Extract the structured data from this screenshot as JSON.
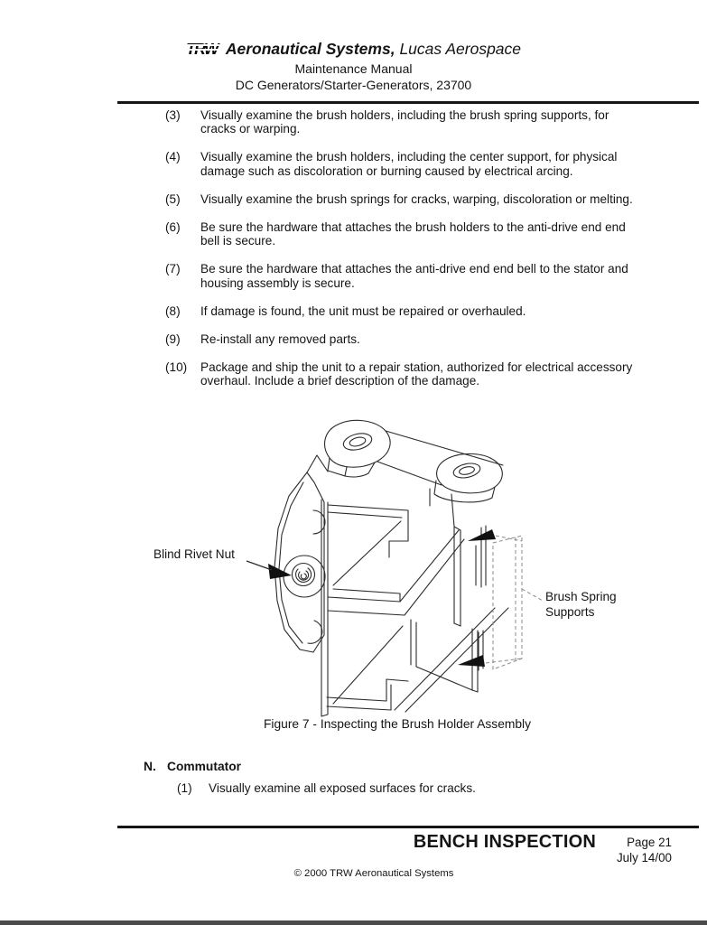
{
  "page": {
    "header": {
      "logo": "TRW",
      "brand_bold": "Aeronautical Systems,",
      "brand_italic": "Lucas Aerospace",
      "manual": "Maintenance Manual",
      "subject": "DC Generators/Starter-Generators, 23700"
    },
    "procedure_items": [
      {
        "num": "(3)",
        "text": "Visually examine the brush holders, including the brush spring supports, for\ncracks or warping."
      },
      {
        "num": "(4)",
        "text": "Visually examine the brush holders, including the center support, for physical\ndamage such as discoloration or burning caused by electrical arcing."
      },
      {
        "num": "(5)",
        "text": "Visually examine the brush springs for cracks, warping, discoloration or melting."
      },
      {
        "num": "(6)",
        "text": "Be sure the hardware that attaches the brush holders to the anti-drive end end\nbell is secure."
      },
      {
        "num": "(7)",
        "text": "Be sure the hardware that attaches the anti-drive end end bell to the stator and\nhousing assembly is secure."
      },
      {
        "num": "(8)",
        "text": "If damage is found, the unit must be repaired or overhauled."
      },
      {
        "num": "(9)",
        "text": "Re-install any removed parts."
      },
      {
        "num": "(10)",
        "text": "Package and ship the unit to a repair station, authorized for electrical accessory\noverhaul. Include a brief description of the damage."
      }
    ],
    "figure": {
      "label_rivet": "Blind Rivet Nut",
      "label_spring": "Brush Spring\nSupports",
      "caption": "Figure 7 - Inspecting the Brush Holder Assembly"
    },
    "section_n": {
      "letter": "N.",
      "title": "Commutator",
      "item_num": "(1)",
      "item_text": "Visually examine all exposed surfaces for cracks."
    },
    "footer": {
      "title": "BENCH INSPECTION",
      "page": "Page 21",
      "date": "July 14/00",
      "copyright": "© 2000 TRW Aeronautical Systems"
    },
    "colors": {
      "ink": "#141414",
      "diagram_line": "#2b2b2b",
      "bottom_bar": "#4a4a4a"
    }
  }
}
